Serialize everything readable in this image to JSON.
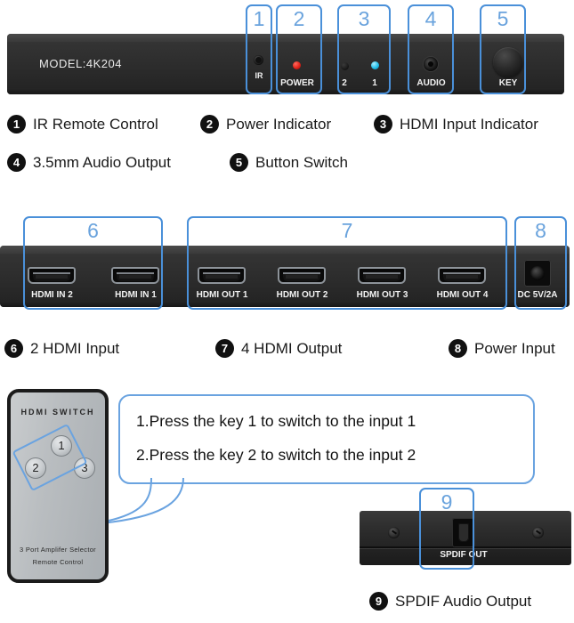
{
  "front_panel": {
    "model_label": "MODEL:4K204",
    "ir_label": "IR",
    "power_label": "POWER",
    "input_2_label": "2",
    "input_1_label": "1",
    "audio_label": "AUDIO",
    "key_label": "KEY",
    "callouts": [
      {
        "num": "1"
      },
      {
        "num": "2"
      },
      {
        "num": "3"
      },
      {
        "num": "4"
      },
      {
        "num": "5"
      }
    ]
  },
  "front_legend": [
    {
      "num": "1",
      "text": "IR Remote Control"
    },
    {
      "num": "2",
      "text": "Power Indicator"
    },
    {
      "num": "3",
      "text": "HDMI Input Indicator"
    },
    {
      "num": "4",
      "text": "3.5mm Audio Output"
    },
    {
      "num": "5",
      "text": "Button Switch"
    }
  ],
  "rear_panel": {
    "ports": [
      {
        "label": "HDMI IN 2"
      },
      {
        "label": "HDMI IN 1"
      },
      {
        "label": "HDMI OUT 1"
      },
      {
        "label": "HDMI OUT 2"
      },
      {
        "label": "HDMI OUT 3"
      },
      {
        "label": "HDMI OUT 4"
      }
    ],
    "dc_label": "DC 5V/2A",
    "callouts": [
      {
        "num": "6"
      },
      {
        "num": "7"
      },
      {
        "num": "8"
      }
    ]
  },
  "rear_legend": [
    {
      "num": "6",
      "text": "2 HDMI Input"
    },
    {
      "num": "7",
      "text": "4 HDMI Output"
    },
    {
      "num": "8",
      "text": "Power Input"
    }
  ],
  "remote": {
    "title": "HDMI SWITCH",
    "buttons": [
      {
        "label": "1"
      },
      {
        "label": "2"
      },
      {
        "label": "3"
      }
    ],
    "footer_line_1": "3 Port  Amplifer  Selector",
    "footer_line_2": "Remote Control"
  },
  "instructions": {
    "line_1": "1.Press the key 1 to switch to the input 1",
    "line_2": "2.Press the key 2 to switch to the input 2"
  },
  "spdif_panel": {
    "port_label": "SPDIF OUT",
    "callouts": [
      {
        "num": "9"
      }
    ]
  },
  "spdif_legend": [
    {
      "num": "9",
      "text": "SPDIF Audio Output"
    }
  ],
  "colors": {
    "callout_blue": "#4a90d9",
    "callout_number_blue": "#6aa3dd",
    "led_power_red": "#e2231a",
    "led_input_cyan": "#22c0ea",
    "chassis_black": "#2c2c2c",
    "remote_gray": "#b9bdc0"
  }
}
